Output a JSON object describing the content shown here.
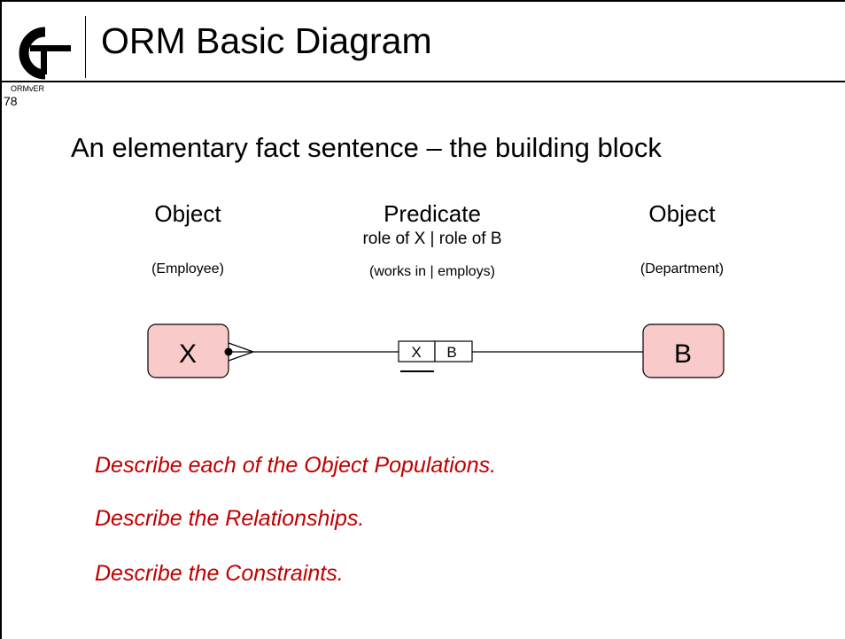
{
  "header": {
    "title": "ORM Basic Diagram",
    "brand": "ORMvER",
    "slide_number": "78",
    "logo_icon": "ce-logo-icon"
  },
  "subtitle": "An elementary fact sentence – the building block",
  "columns": {
    "left": {
      "heading": "Object",
      "example": "(Employee)"
    },
    "middle": {
      "heading": "Predicate",
      "roles": "role of X | role of  B",
      "example": "(works in | employs)"
    },
    "right": {
      "heading": "Object",
      "example": "(Department)"
    }
  },
  "diagram": {
    "object_left": "X",
    "object_right": "B",
    "role_left": "X",
    "role_right": "B",
    "object_fill": "#f9caca",
    "uniqueness_on": "role_left",
    "mandatory_on": "object_left",
    "connector_style": "crow-foot"
  },
  "instructions": [
    "Describe each of the Object Populations.",
    "Describe the Relationships.",
    "Describe the Constraints."
  ],
  "colors": {
    "instruction_text": "#c00000",
    "object_fill": "#f9caca",
    "line": "#000000"
  }
}
